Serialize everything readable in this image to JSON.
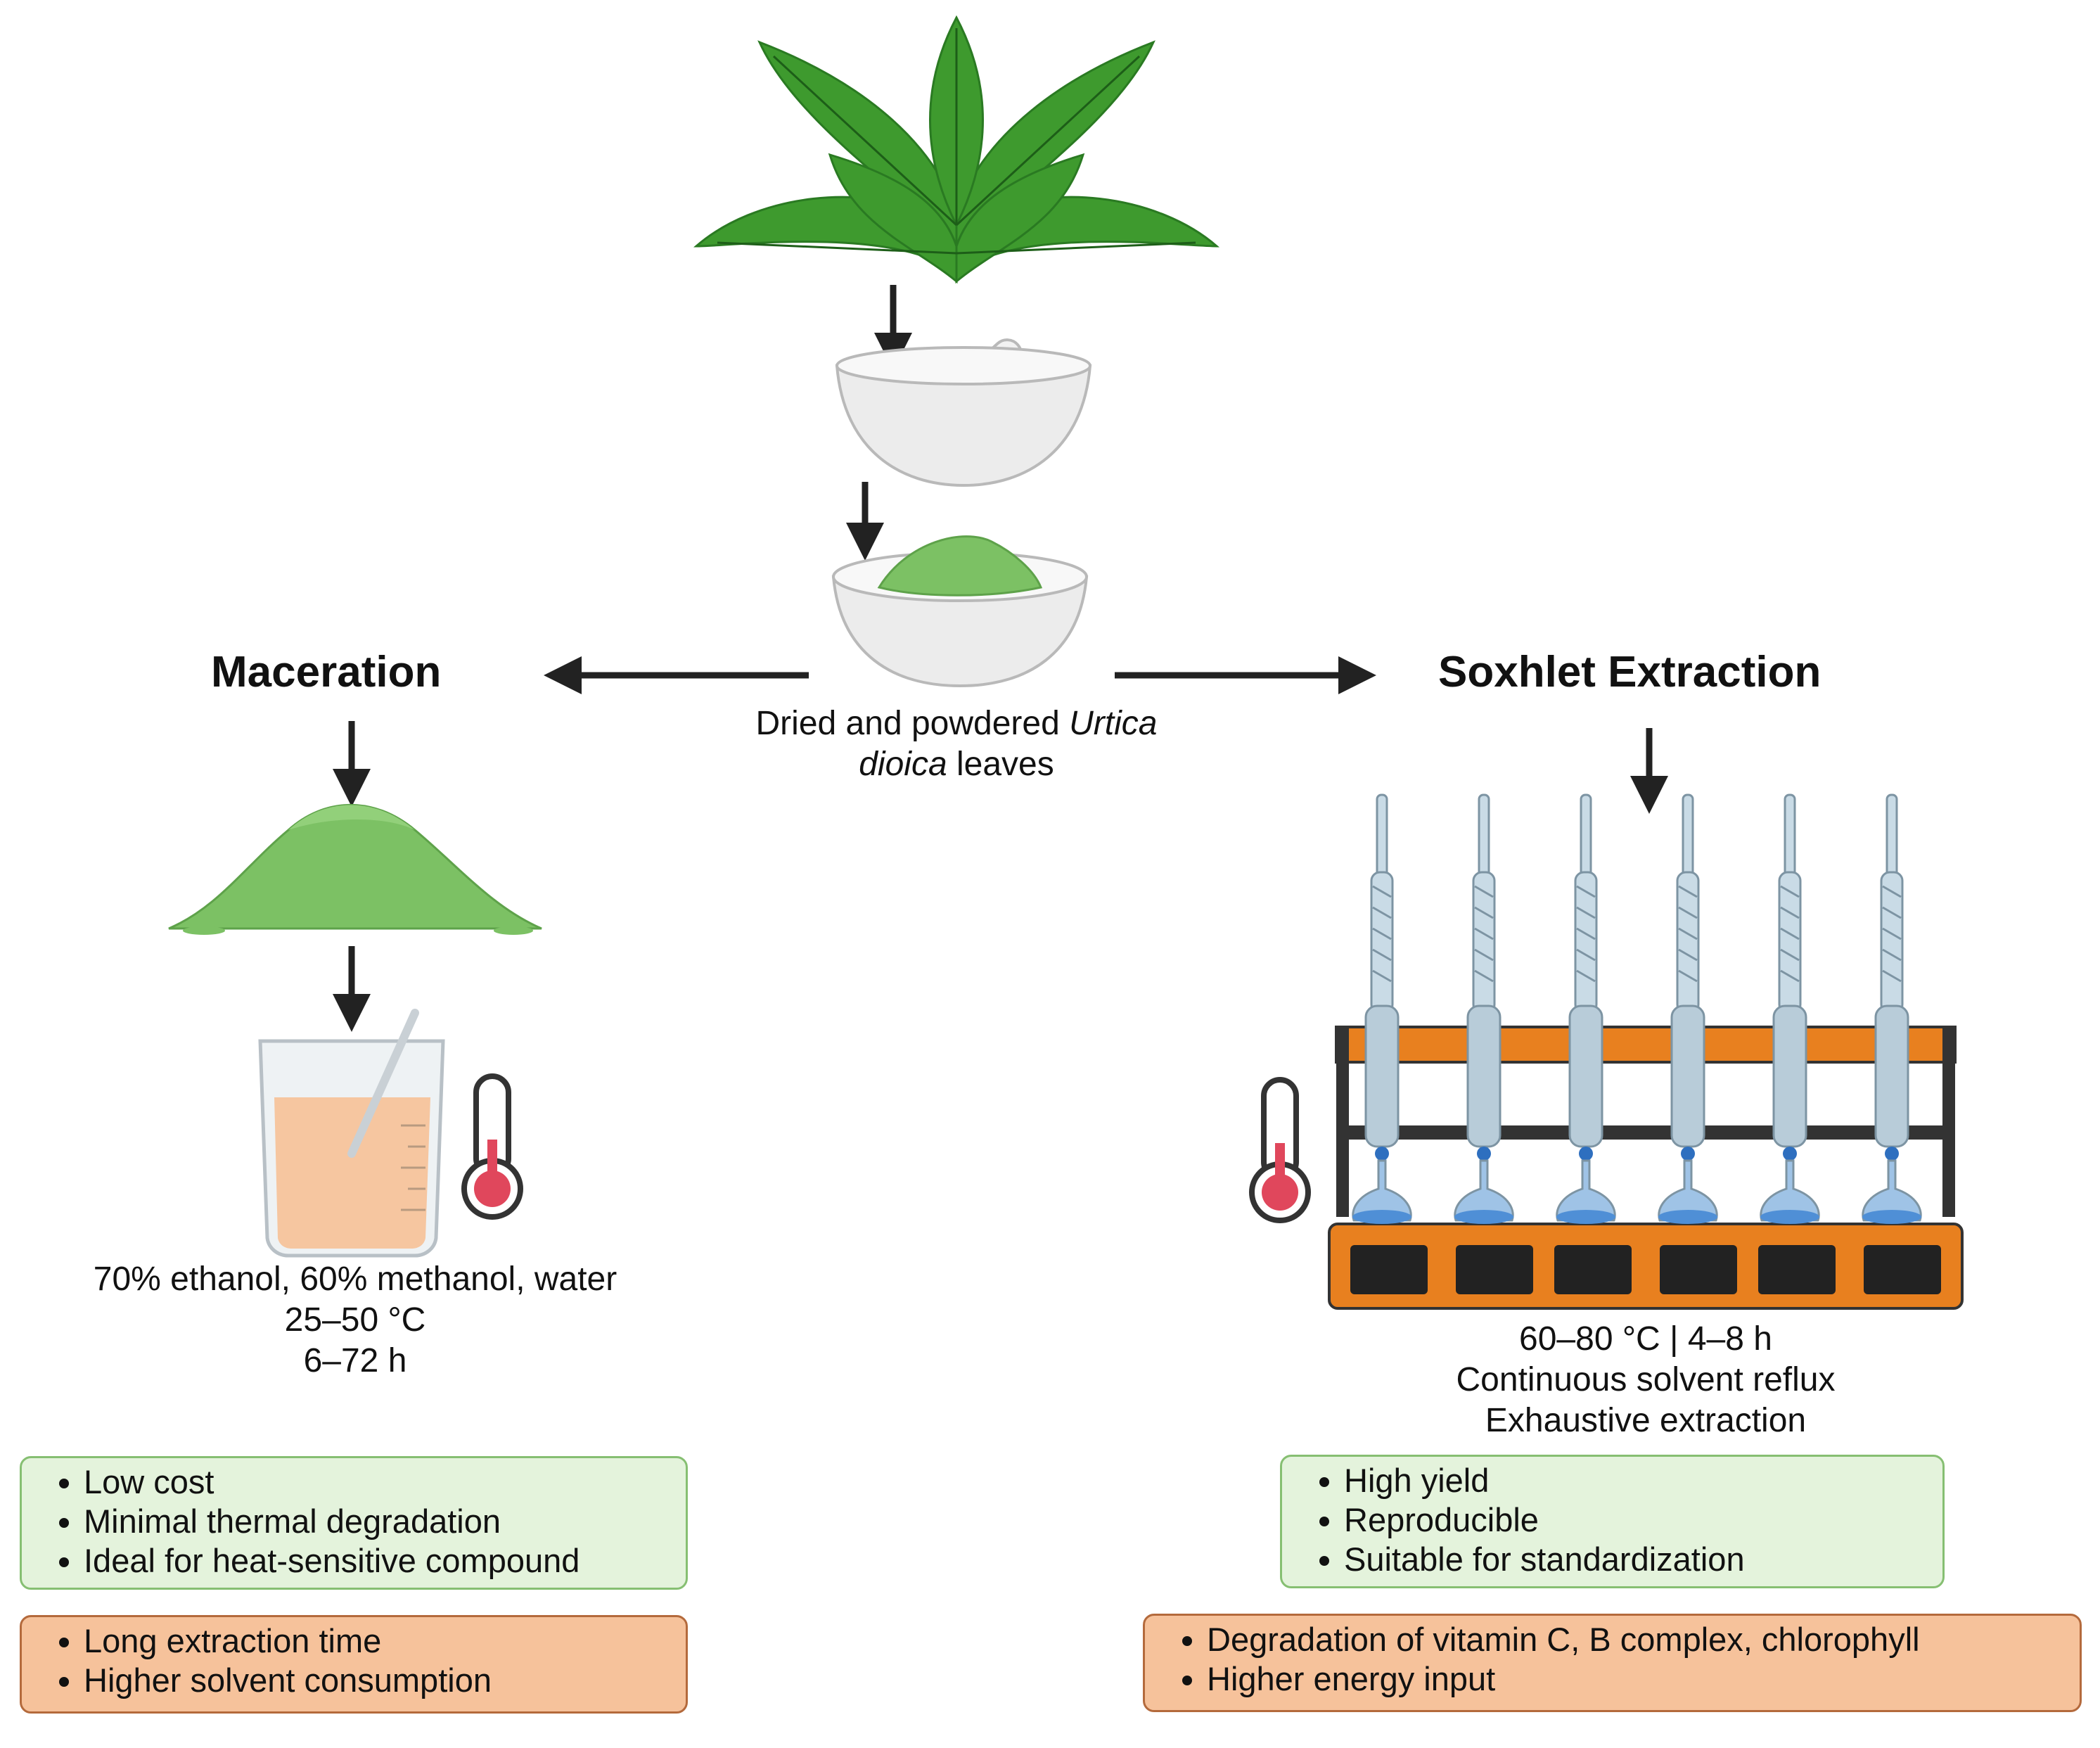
{
  "center": {
    "caption_prefix": "Dried and powdered ",
    "caption_italic_1": "Urtica",
    "caption_italic_2": "dioica",
    "caption_suffix": " leaves"
  },
  "maceration": {
    "title": "Maceration",
    "details": [
      "70% ethanol, 60% methanol, water",
      "25–50 °C",
      "6–72 h"
    ],
    "advantages": [
      "Low cost",
      "Minimal thermal degradation",
      "Ideal for heat-sensitive compound"
    ],
    "disadvantages": [
      "Long extraction time",
      "Higher solvent consumption"
    ]
  },
  "soxhlet": {
    "title": "Soxhlet Extraction",
    "details": [
      "60–80 °C | 4–8 h",
      "Continuous solvent reflux",
      "Exhaustive extraction"
    ],
    "advantages": [
      "High yield",
      "Reproducible",
      "Suitable for standardization"
    ],
    "disadvantages": [
      "Degradation of vitamin C, B complex, chlorophyll",
      "Higher energy input"
    ]
  },
  "colors": {
    "advantage_fill": "#e4f3dc",
    "advantage_border": "#86bf72",
    "disadvantage_fill": "#f6c29b",
    "disadvantage_border": "#b46a3c",
    "leaf_green": "#3f9a2f",
    "powder_green": "#7cc164",
    "soxhlet_frame": "#e8801f"
  },
  "icons": [
    "nettle-leaves-icon",
    "mortar-pestle-icon",
    "powder-bowl-icon",
    "powder-pile-icon",
    "beaker-icon",
    "thermometer-icon",
    "soxhlet-apparatus-icon"
  ]
}
